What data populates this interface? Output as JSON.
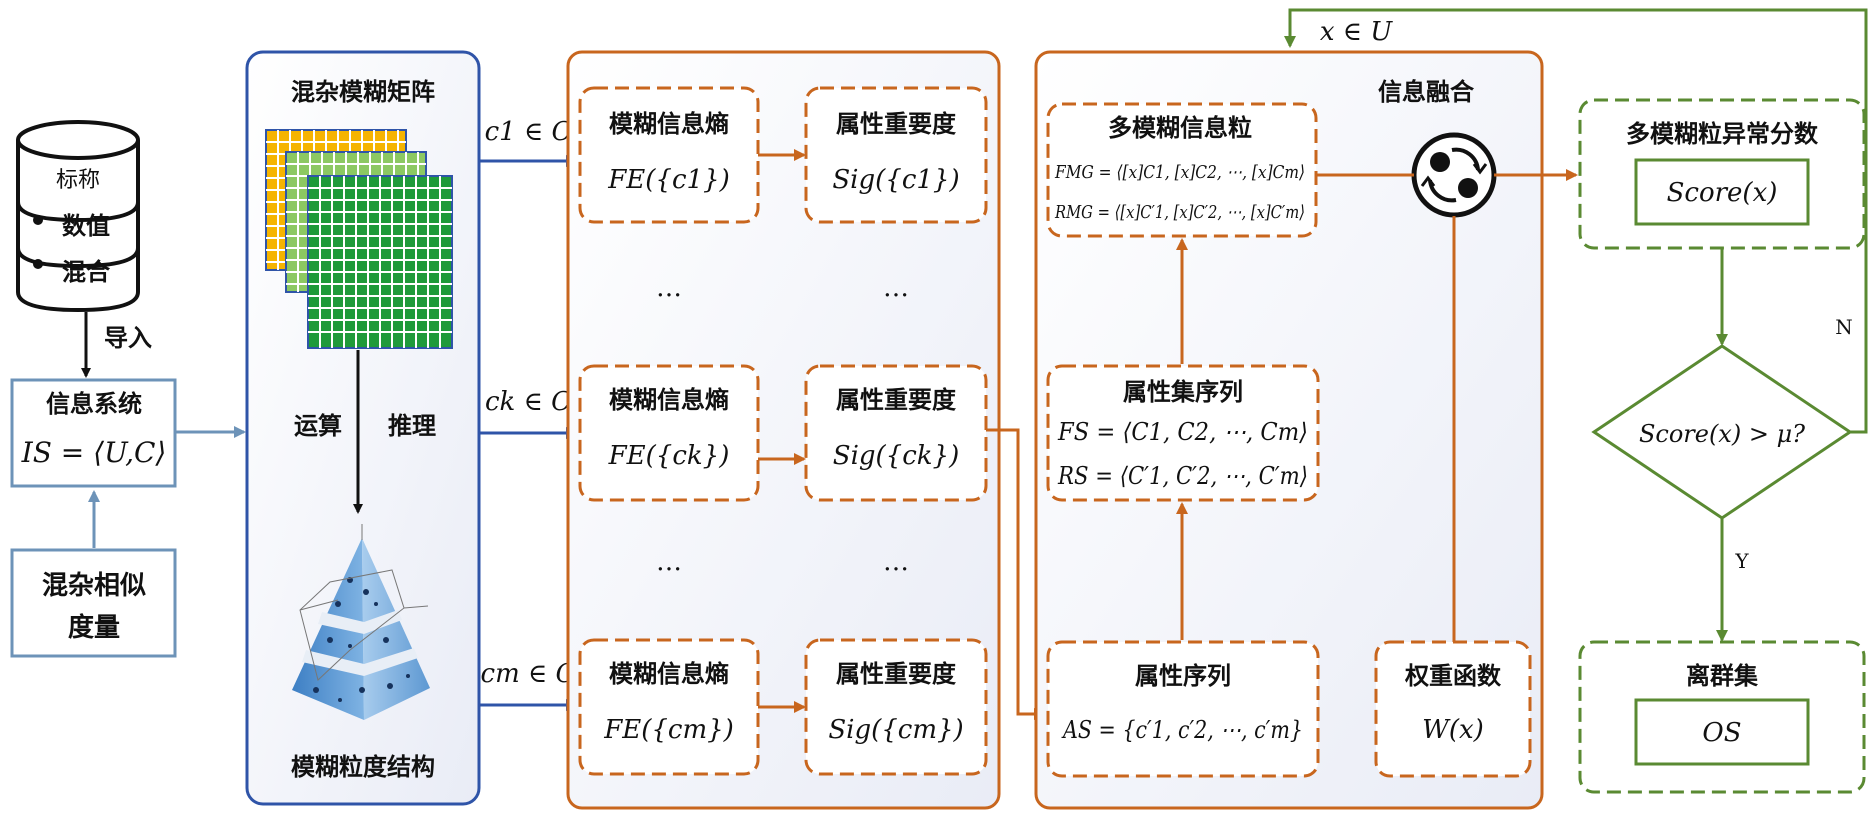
{
  "colors": {
    "blue": "#2f54a8",
    "light_blue": "#6d93b8",
    "orange": "#c8661e",
    "green": "#5a8a32"
  },
  "icons": [
    "database-icon",
    "matrix-stack-icon",
    "pyramid-icon",
    "fusion-icon"
  ],
  "left": {
    "database_items": [
      "标称",
      "数值",
      "混合"
    ],
    "import_label": "导入",
    "info_system_title": "信息系统",
    "info_system_formula": "IS = ⟨U,C⟩",
    "similarity_label_line1": "混杂相似",
    "similarity_label_line2": "度量"
  },
  "matrix_panel": {
    "title": "混杂模糊矩阵",
    "op_label": "运算",
    "infer_label": "推理",
    "footer": "模糊粒度结构"
  },
  "attr_rows": [
    {
      "cond": "c1 ∈ C",
      "entropy_title": "模糊信息熵",
      "entropy_formula": "FE({c1})",
      "sig_title": "属性重要度",
      "sig_formula": "Sig({c1})"
    },
    {
      "cond": "ck ∈ C",
      "entropy_title": "模糊信息熵",
      "entropy_formula": "FE({ck})",
      "sig_title": "属性重要度",
      "sig_formula": "Sig({ck})"
    },
    {
      "cond": "cm ∈ C",
      "entropy_title": "模糊信息熵",
      "entropy_formula": "FE({cm})",
      "sig_title": "属性重要度",
      "sig_formula": "Sig({cm})"
    }
  ],
  "ellipsis": "…",
  "fusion_panel": {
    "title": "信息融合",
    "granule_title": "多模糊信息粒",
    "fmg": "FMG = ⟨[x]C1, [x]C2, ⋯, [x]Cm⟩",
    "rmg": "RMG = ⟨[x]C′1, [x]C′2, ⋯, [x]C′m⟩",
    "seq_title": "属性集序列",
    "fs": "FS = ⟨C1, C2, ⋯, Cm⟩",
    "rs": "RS = ⟨C′1, C′2, ⋯, C′m⟩",
    "as_title": "属性序列",
    "as": "AS = {c′1, c′2, ⋯, c′m}",
    "weight_title": "权重函数",
    "weight": "W(x)"
  },
  "right_panel": {
    "loop_label": "x ∈ U",
    "score_title": "多模糊粒异常分数",
    "score": "Score(x)",
    "decision": "Score(x) > μ?",
    "yes": "Y",
    "no": "N",
    "outlier_title": "离群集",
    "outlier": "OS"
  }
}
